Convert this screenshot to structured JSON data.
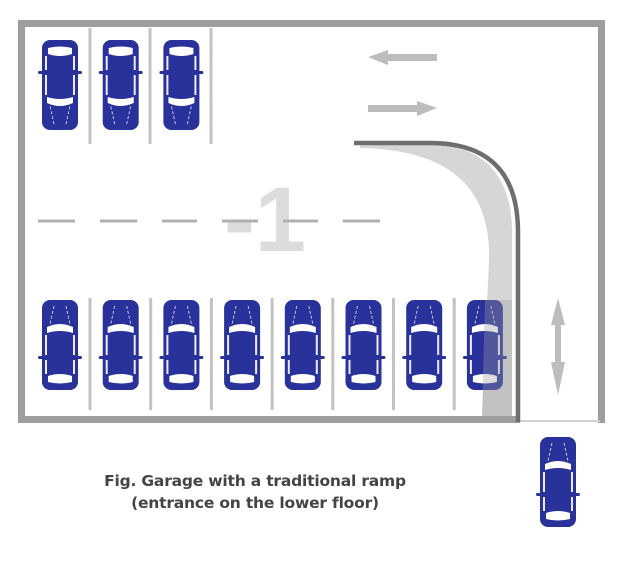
{
  "figure": {
    "floor_label": "-1",
    "caption_line1": "Fig. Garage with a traditional ramp",
    "caption_line2": "(entrance on the lower floor)"
  },
  "colors": {
    "wall": "#9e9e9e",
    "ramp_wall": "#6e6e6e",
    "ramp_fill": "#d6d6d6",
    "stall_line": "#c2c2c2",
    "lane_dash": "#b0b0b0",
    "floor_label": "#dcdcdc",
    "arrow": "#bdbdbd",
    "car": "#28329a",
    "car_highlight": "#ffffff",
    "caption": "#444444"
  },
  "layout_counts": {
    "top_row_cars": 3,
    "bottom_row_cars": 8,
    "entering_cars": 1
  },
  "icons": {
    "traffic_left": "arrow-left-icon",
    "traffic_right": "arrow-right-icon",
    "entrance": "double-arrow-vertical-icon",
    "vehicle": "car-topview-icon"
  }
}
